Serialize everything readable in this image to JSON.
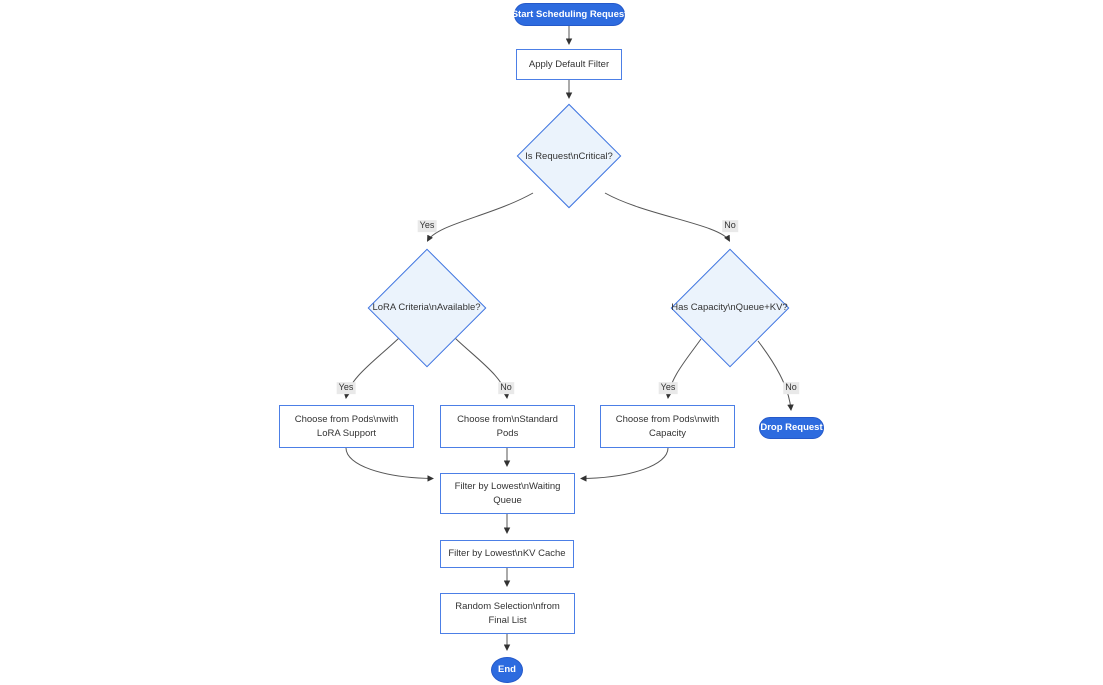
{
  "diagram": {
    "type": "flowchart",
    "colors": {
      "pill_fill": "#2D6BDF",
      "process_border": "#4C7FE6",
      "decision_fill": "#EBF3FC",
      "decision_border": "#3D73E0",
      "edge": "#555555",
      "arrowhead": "#333333",
      "label_bg": "#e9e9e9",
      "text": "#333333",
      "background": "#ffffff"
    },
    "nodes": {
      "start": {
        "lines": [
          "Start Scheduling Request"
        ]
      },
      "apply_filter": {
        "lines": [
          "Apply Default Filter"
        ]
      },
      "is_critical": {
        "lines": [
          "Is Request\\nCritical?"
        ]
      },
      "lora_criteria": {
        "lines": [
          "LoRA Criteria\\nAvailable?"
        ]
      },
      "has_capacity": {
        "lines": [
          "Has Capacity\\nQueue+KV?"
        ]
      },
      "choose_lora": {
        "lines": [
          "Choose from Pods\\nwith",
          "LoRA Support"
        ]
      },
      "choose_standard": {
        "lines": [
          "Choose from\\nStandard",
          "Pods"
        ]
      },
      "choose_capacity": {
        "lines": [
          "Choose from Pods\\nwith",
          "Capacity"
        ]
      },
      "drop_request": {
        "lines": [
          "Drop Request"
        ]
      },
      "filter_queue": {
        "lines": [
          "Filter by Lowest\\nWaiting",
          "Queue"
        ]
      },
      "filter_kv": {
        "lines": [
          "Filter by Lowest\\nKV Cache"
        ]
      },
      "random_selection": {
        "lines": [
          "Random Selection\\nfrom",
          "Final List"
        ]
      },
      "end": {
        "lines": [
          "End"
        ]
      }
    },
    "edge_labels": {
      "critical_yes": "Yes",
      "critical_no": "No",
      "lora_yes": "Yes",
      "lora_no": "No",
      "capacity_yes": "Yes",
      "capacity_no": "No"
    }
  }
}
